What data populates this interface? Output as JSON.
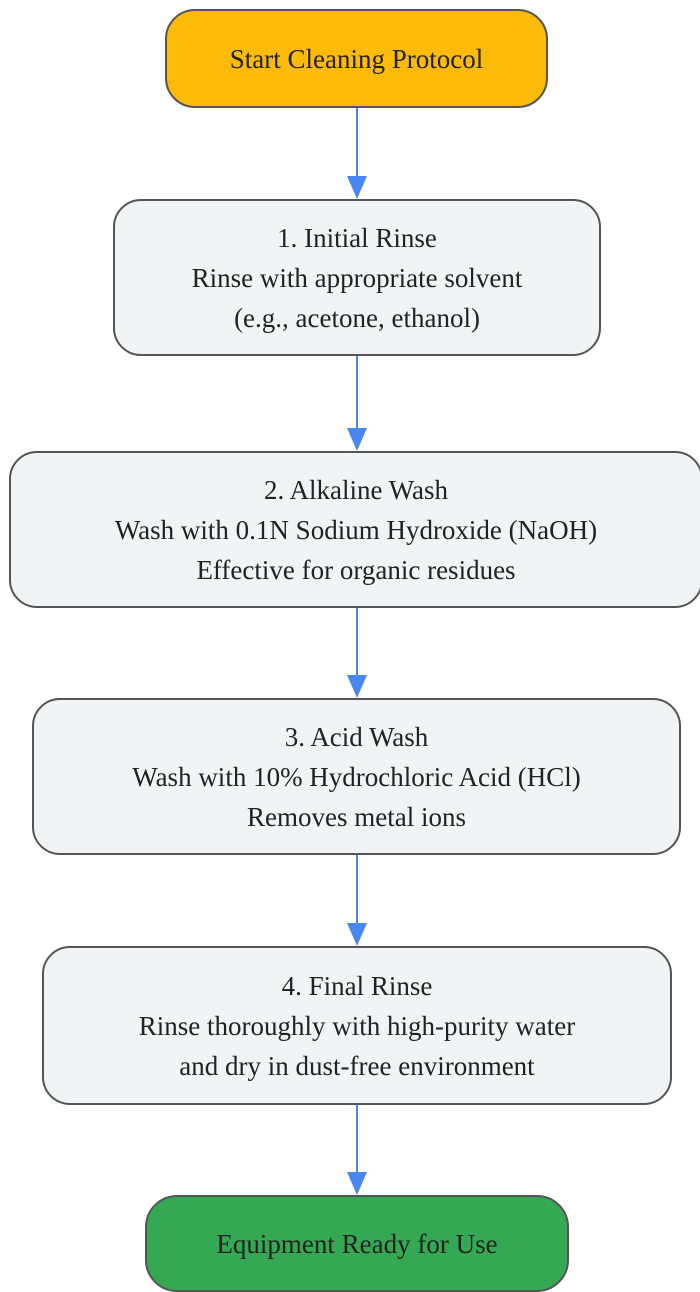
{
  "diagram": {
    "colors": {
      "start_fill": "#fbbb08",
      "end_fill": "#34a853",
      "process_fill": "#f2f3f5",
      "border": "#555555",
      "arrow": "#4a86f0"
    },
    "start": {
      "label": "Start Cleaning Protocol"
    },
    "steps": [
      {
        "title": "1. Initial Rinse",
        "line1": "Rinse with appropriate solvent",
        "line2": "(e.g., acetone, ethanol)"
      },
      {
        "title": "2. Alkaline Wash",
        "line1": "Wash with 0.1N Sodium Hydroxide (NaOH)",
        "line2": "Effective for organic residues"
      },
      {
        "title": "3. Acid Wash",
        "line1": "Wash with 10% Hydrochloric Acid (HCl)",
        "line2": "Removes metal ions"
      },
      {
        "title": "4. Final Rinse",
        "line1": "Rinse thoroughly with high-purity water",
        "line2": "and dry in dust-free environment"
      }
    ],
    "end": {
      "label": "Equipment Ready for Use"
    }
  }
}
